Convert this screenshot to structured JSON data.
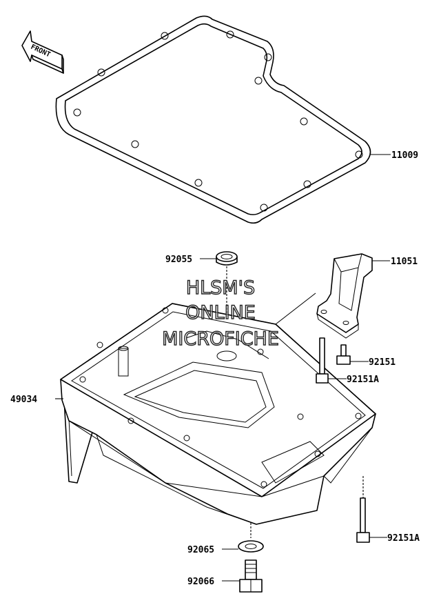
{
  "orientation": {
    "arrow_text": "FRONT"
  },
  "parts": [
    {
      "id": "gasket",
      "number": "11009"
    },
    {
      "id": "bracket",
      "number": "11051"
    },
    {
      "id": "oil-pan",
      "number": "49034"
    },
    {
      "id": "bolt-short",
      "number": "92151"
    },
    {
      "id": "bolt-long-upper",
      "number": "92151A"
    },
    {
      "id": "bolt-long-lower",
      "number": "92151A"
    },
    {
      "id": "seal",
      "number": "92055"
    },
    {
      "id": "washer",
      "number": "92065"
    },
    {
      "id": "drain-plug",
      "number": "92066"
    }
  ],
  "watermark": {
    "lines": [
      "HLSM'S",
      "ONLINE",
      "MICROFICHE"
    ]
  }
}
